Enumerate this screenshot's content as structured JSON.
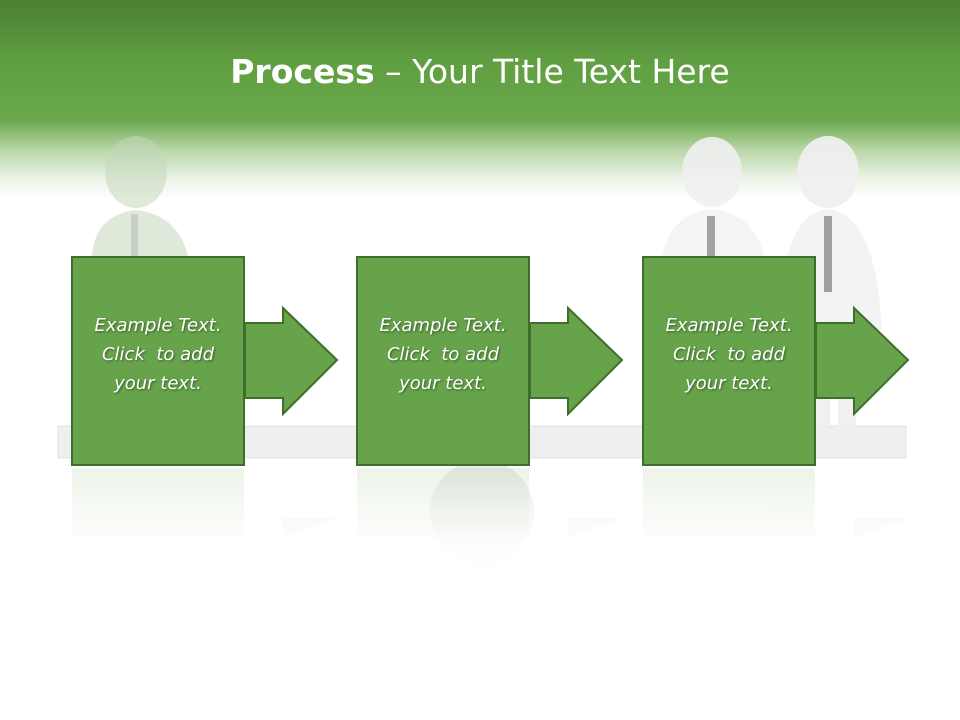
{
  "slide": {
    "title_bold": "Process",
    "title_rest": " – Your Title Text Here"
  },
  "steps": [
    {
      "line1": "Example Text.",
      "line2": "Click  to add",
      "line3": "your text."
    },
    {
      "line1": "Example Text.",
      "line2": "Click  to add",
      "line3": "your text."
    },
    {
      "line1": "Example Text.",
      "line2": "Click  to add",
      "line3": "your text."
    }
  ],
  "colors": {
    "header_green": "#5f9e41",
    "box_fill": "#66a34a",
    "box_border": "#3e6e2a",
    "title_text": "#ffffff"
  },
  "icons": [
    "person-figure",
    "arrow-right"
  ]
}
